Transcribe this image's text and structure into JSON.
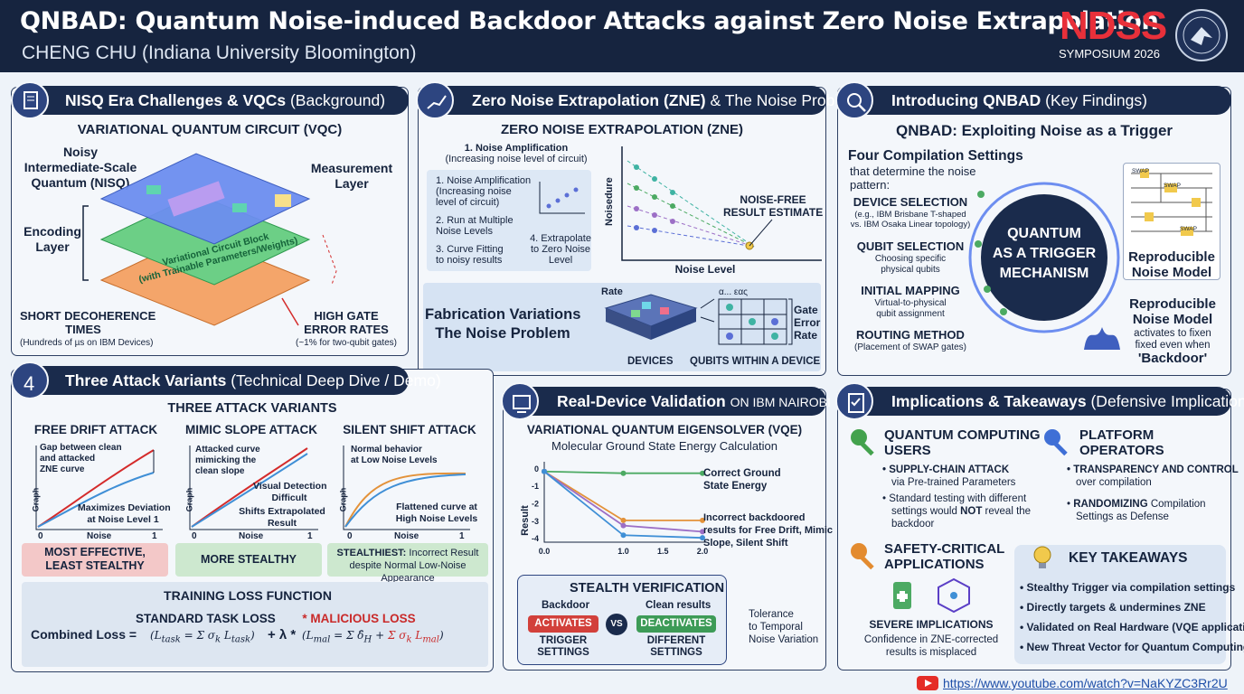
{
  "header": {
    "title": "QNBAD: Quantum Noise-induced Backdoor Attacks against Zero Noise Extrapolation",
    "author": "CHENG CHU (Indiana University Bloomington)",
    "conf": "NDSS",
    "year": "SYMPOSIUM 2026"
  },
  "p1": {
    "title": "NISQ Era Challenges & VQCs",
    "title_tag": "(Background)",
    "heading": "VARIATIONAL QUANTUM CIRCUIT (VQC)",
    "nisq": [
      "Noisy",
      "Intermediate-Scale",
      "Quantum (NISQ)"
    ],
    "measure": [
      "Measurement",
      "Layer"
    ],
    "encoding": [
      "Encoding",
      "Layer"
    ],
    "block": [
      "Variational Circuit Block",
      "(with Trainable Parameters/Weights)"
    ],
    "short": [
      "SHORT DECOHERENCE",
      "TIMES"
    ],
    "short_sub": "(Hundreds of µs on IBM Devices)",
    "high": [
      "HIGH GATE",
      "ERROR RATES"
    ],
    "high_sub": "(~1% for two-qubit gates)"
  },
  "p2": {
    "title": "Zero Noise Extrapolation (ZNE)",
    "title_tag": "& The Noise Problem",
    "heading": "ZERO NOISE EXTRAPOLATION (ZNE)",
    "s1": [
      "1. Noise Amplification",
      "(Increasing noise level of circuit)"
    ],
    "s1b": [
      "1. Noise Amplification",
      "(Increasing noise",
      "level of circuit)"
    ],
    "s2": [
      "2. Run at Multiple",
      "Noise Levels"
    ],
    "s3": [
      "3. Curve Fitting",
      "to noisy results"
    ],
    "s4": [
      "4. Extrapolate",
      "to Zero Noise",
      "Level"
    ],
    "ylab": "Noisedure",
    "xlab": "Noise Level",
    "nf": [
      "NOISE-FREE",
      "RESULT ESTIMATE"
    ],
    "fab": [
      "Fabrication Variations",
      "The Noise Problem"
    ],
    "rate": "Rate",
    "gate": [
      "Gate",
      "Error",
      "Rate"
    ],
    "devices": "DEVICES",
    "qubits": "QUBITS WITHIN A DEVICE",
    "mini": "α... εας"
  },
  "p3": {
    "title": "Introducing QNBAD",
    "title_tag": "(Key Findings)",
    "heading": "QNBAD: Exploiting Noise as a Trigger",
    "four": "Four Compilation Settings",
    "four_sub": [
      "that determine the noise",
      "pattern:"
    ],
    "dev": "DEVICE SELECTION",
    "dev_sub": [
      "(e.g., IBM Brisbane T-shaped",
      "vs. IBM Osaka Linear topology)"
    ],
    "qs": "QUBIT SELECTION",
    "qs_sub": [
      "Choosing specific",
      "physical qubits"
    ],
    "im": "INITIAL MAPPING",
    "im_sub": [
      "Virtual-to-physical",
      "qubit assignment"
    ],
    "rm": "ROUTING METHOD",
    "rm_sub": "(Placement of SWAP gates)",
    "center": [
      "QUANTUM",
      "AS A TRIGGER",
      "MECHANISM"
    ],
    "rnm": [
      "Reproducible",
      "Noise Model"
    ],
    "rnm2": [
      "Reproducible",
      "Noise Model"
    ],
    "act": [
      "activates to fixen",
      "fixed even when"
    ],
    "bd": "'Backdoor'",
    "gates": [
      "SWAP",
      "SWAP",
      "SWAP"
    ]
  },
  "p4": {
    "title": "Three Attack Variants",
    "title_tag": "(Technical Deep Dive / Demo)",
    "heading": "THREE ATTACK VARIANTS",
    "a1": "FREE DRIFT ATTACK",
    "a2": "MIMIC SLOPE ATTACK",
    "a3": "SILENT SHIFT ATTACK",
    "a1_note": [
      "Gap between clean",
      "and attacked",
      "ZNE curve"
    ],
    "a1_note2": [
      "Maximizes Deviation",
      "at Noise Level 1"
    ],
    "a2_note": [
      "Attacked curve",
      "mimicking the",
      "clean slope"
    ],
    "a2_note2": [
      "Visual Detection",
      "Difficult"
    ],
    "a2_note3": [
      "Shifts Extrapolated",
      "Result"
    ],
    "a3_note": [
      "Normal behavior",
      "at Low Noise Levels"
    ],
    "a3_note2": [
      "Flattened curve at",
      "High Noise Levels"
    ],
    "graph": "Graph",
    "noise": "Noise",
    "t0": "0",
    "t1": "1",
    "r1": [
      "MOST EFFECTIVE,",
      "LEAST STEALTHY"
    ],
    "r2": "MORE STEALTHY",
    "r3_b": "STEALTHIEST:",
    "r3": " Incorrect Result",
    "r3b": "despite Normal Low-Noise Appearance",
    "loss_title": "TRAINING LOSS FUNCTION",
    "combined": "Combined Loss  =",
    "std": "STANDARD TASK LOSS",
    "mal": "* MALICIOUS LOSS",
    "plus": "+ λ *"
  },
  "p5": {
    "title": "Real-Device Validation",
    "title_tag": "ON IBM NAIROBI",
    "heading": "VARIATIONAL QUANTUM EIGENSOLVER (VQE)",
    "sub": "Molecular Ground State Energy Calculation",
    "ylab": "Result",
    "correct": [
      "Correct Ground",
      "State Energy"
    ],
    "incorrect": [
      "Incorrect backdoored",
      "results for Free Drift, Mimic",
      "Slope, Silent Shift"
    ],
    "stealth": "STEALTH VERIFICATION",
    "backdoor": "Backdoor",
    "clean": "Clean results",
    "activates": "ACTIVATES",
    "vs": "VS",
    "deactivates": "DEACTIVATES",
    "trigger": [
      "TRIGGER",
      "SETTINGS"
    ],
    "different": [
      "DIFFERENT",
      "SETTINGS"
    ],
    "tol": [
      "Tolerance",
      "to Temporal",
      "Noise Variation"
    ]
  },
  "p6": {
    "title": "Implications & Takeaways",
    "title_tag": "(Defensive Implications)",
    "qcu": [
      "QUANTUM COMPUTING",
      "USERS"
    ],
    "supply": "SUPPLY-CHAIN ATTACK",
    "supply_sub": "via Pre-trained Parameters",
    "std_test": [
      "Standard testing with different",
      "settings would ",
      "NOT",
      " reveal the",
      "backdoor"
    ],
    "po": [
      "PLATFORM",
      "OPERATORS"
    ],
    "trans": "TRANSPARENCY AND CONTROL",
    "trans_sub": "over compilation",
    "rand": "RANDOMIZING",
    "rand_rest": " Compilation",
    "rand_sub": "Settings as Defense",
    "sca": [
      "SAFETY-CRITICAL",
      "APPLICATIONS"
    ],
    "severe": "SEVERE IMPLICATIONS",
    "severe_sub": [
      "Confidence in ZNE-corrected",
      "results is misplaced"
    ],
    "kt": "KEY TAKEAWAYS",
    "items": [
      "Stealthy Trigger via compilation settings",
      "Directly targets & undermines ZNE",
      "Validated on Real Hardware (VQE application)",
      "New Threat Vector for Quantum Computing"
    ]
  },
  "footer": {
    "url": "https://www.youtube.com/watch?v=NaKYZC3Rr2U"
  },
  "chart_data": [
    {
      "type": "line",
      "title": "",
      "xlabel": "Noise",
      "ylabel": "Graph",
      "series": [
        {
          "name": "",
          "values": []
        }
      ]
    },
    {
      "type": "line",
      "title": "",
      "xlabel": "",
      "ylabel": "Result",
      "x": [
        0.0,
        1.0,
        1.5,
        2.0
      ],
      "x_ticks": [
        "0.0",
        "1.0",
        "1.5",
        "2.0"
      ],
      "y_ticks": [
        "0",
        "-1",
        "-2",
        "-3",
        "-4"
      ],
      "ylim": [
        -4.2,
        0.2
      ],
      "series": [
        {
          "name": "Correct Ground State Energy",
          "color": "#4caa63",
          "x": [
            0,
            1,
            2
          ],
          "values": [
            -0.15,
            -0.25,
            -0.25
          ]
        },
        {
          "name": "",
          "color": "#e3923a",
          "x": [
            0,
            1,
            2
          ],
          "values": [
            -0.15,
            -2.95,
            -2.95
          ]
        },
        {
          "name": "",
          "color": "#9c6fc6",
          "x": [
            0,
            1,
            2
          ],
          "values": [
            -0.15,
            -3.25,
            -3.6
          ]
        },
        {
          "name": "",
          "color": "#3f8fd6",
          "x": [
            0,
            1,
            2
          ],
          "values": [
            -0.15,
            -3.8,
            -3.95
          ]
        }
      ]
    }
  ]
}
